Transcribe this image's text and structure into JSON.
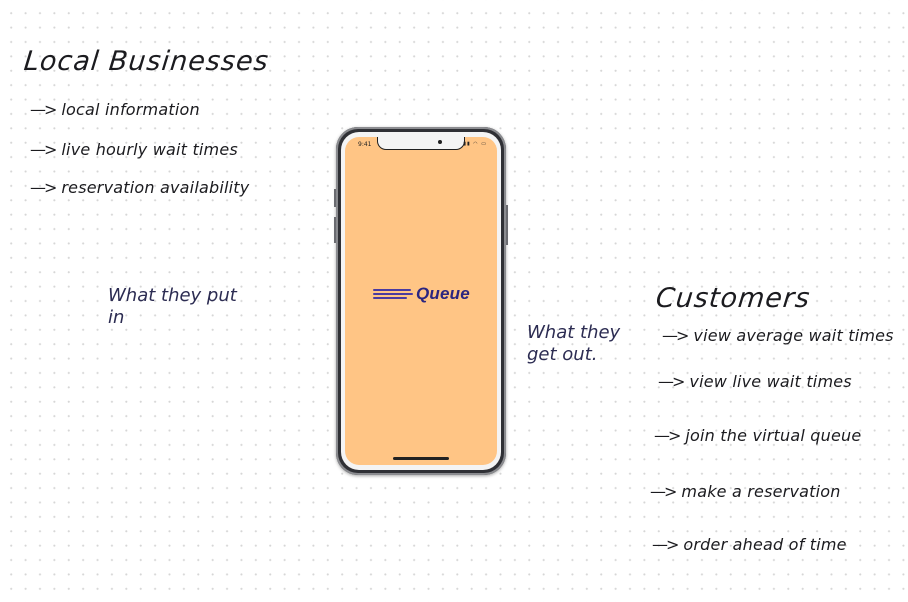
{
  "left": {
    "heading": "Local Businesses",
    "items": [
      "local information",
      "live hourly wait times",
      "reservation availability"
    ],
    "note": "What they put in"
  },
  "right": {
    "heading": "Customers",
    "items": [
      "view average wait times",
      "view live wait times",
      "join the virtual queue",
      "make a reservation",
      "order ahead of time"
    ],
    "note": "What they get out."
  },
  "phone": {
    "status_time": "9:41",
    "app_name": "Queue",
    "screen_color": "#ffc585",
    "logo_color": "#2b2580"
  },
  "arrow_glyph": "—>"
}
